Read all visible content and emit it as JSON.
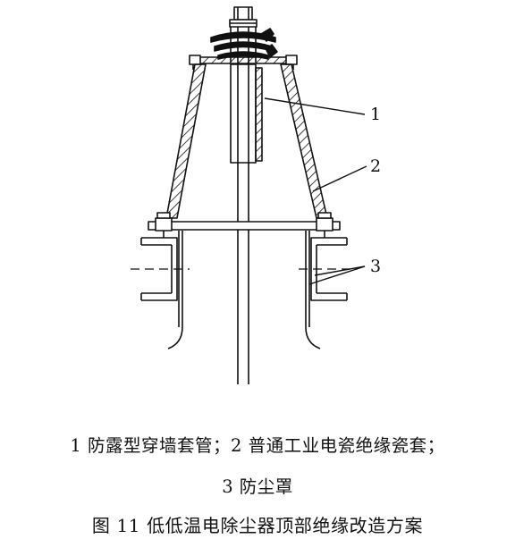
{
  "diagram": {
    "callouts": [
      {
        "number": "1",
        "target": "anti-dew wall bushing"
      },
      {
        "number": "2",
        "target": "porcelain insulating sleeve"
      },
      {
        "number": "3",
        "target": "dust cover"
      }
    ]
  },
  "caption": {
    "legend_line1": "1  防露型穿墙套管；2  普通工业电瓷绝缘瓷套；",
    "legend_line2": "3  防尘罩",
    "title": "图 11  低低温电除尘器顶部绝缘改造方案"
  },
  "colors": {
    "line": "#111111",
    "background": "#ffffff"
  }
}
